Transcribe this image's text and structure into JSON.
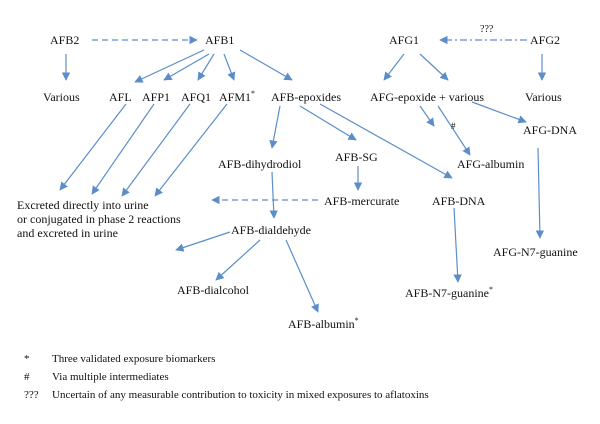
{
  "nodes": {
    "afb2": "AFB2",
    "afb1": "AFB1",
    "afg1": "AFG1",
    "afg2": "AFG2",
    "various_left": "Various",
    "various_right": "Various",
    "afl": "AFL",
    "afp1": "AFP1",
    "afq1": "AFQ1",
    "afm1": "AFM1",
    "afb_epoxides": "AFB-epoxides",
    "afg_epoxide": "AFG-epoxide + various",
    "afb_dihydrodiol": "AFB-dihydrodiol",
    "afb_sg": "AFB-SG",
    "afg_dna": "AFG-DNA",
    "afg_albumin": "AFG-albumin",
    "excreted_line1": "Excreted directly into urine",
    "excreted_line2": "or conjugated in phase 2 reactions",
    "excreted_line3": "and excreted in urine",
    "afb_mercurate": "AFB-mercurate",
    "afb_dna": "AFB-DNA",
    "afb_dialdehyde": "AFB-dialdehyde",
    "afg_n7_guanine": "AFG-N7-guanine",
    "afb_dialcohol": "AFB-dialcohol",
    "afb_n7_guanine": "AFB-N7-guanine",
    "afb_albumin": "AFB-albumin"
  },
  "marks": {
    "biomarker": "*",
    "intermediates": "#",
    "uncertain": "???"
  },
  "legend": [
    {
      "symbol": "*",
      "text": "Three validated exposure biomarkers"
    },
    {
      "symbol": "#",
      "text": "Via multiple intermediates"
    },
    {
      "symbol": "???",
      "text": "Uncertain of any measurable contribution to toxicity in mixed exposures to aflatoxins"
    }
  ],
  "colors": {
    "arrow": "#5b8ec9",
    "text": "#111111"
  }
}
